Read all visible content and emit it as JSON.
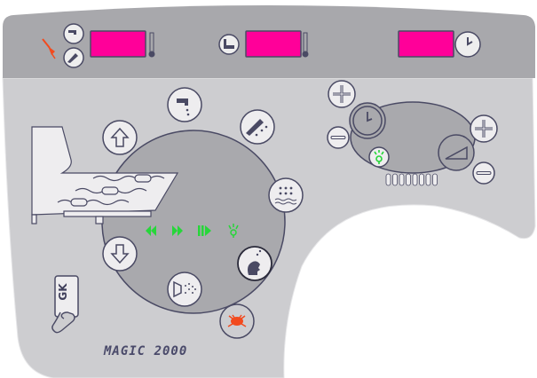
{
  "panel": {
    "model_name": "MAGIC 2000",
    "card_label": "GK",
    "colors": {
      "display": "#ff0099",
      "panel_top": "#a8a8ac",
      "panel_body": "#cdcdd0",
      "dial": "#a9a9ad",
      "outline": "#4a4a64",
      "green": "#27d63a",
      "red": "#f24a1e"
    }
  },
  "top_bar": {
    "displays": [
      {
        "id": "temperature-1",
        "icons": [
          "plug-icon",
          "tap-icon",
          "shower-icon",
          "thermometer-icon"
        ]
      },
      {
        "id": "temperature-2",
        "icons": [
          "bathtub-icon",
          "thermometer-icon"
        ]
      },
      {
        "id": "timer",
        "icons": [
          "clock-icon"
        ]
      }
    ]
  },
  "dial_buttons": [
    "tap",
    "shower",
    "rain-bath",
    "head-spray",
    "spray-nozzle",
    "arrow-down",
    "arrow-up",
    "disinfect"
  ],
  "transport_icons": [
    "rewind",
    "fast-forward",
    "play-step",
    "light"
  ],
  "led_count": 8
}
